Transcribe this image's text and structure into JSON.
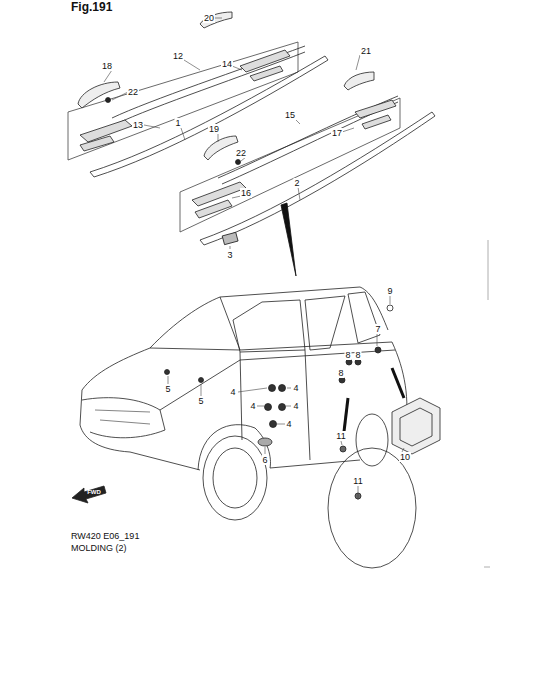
{
  "diagram": {
    "title": "Fig.191",
    "caption": "RW420 E06_191",
    "labels": [
      "20",
      "12",
      "14",
      "18",
      "22",
      "13",
      "1",
      "21",
      "19",
      "15",
      "17",
      "22",
      "16",
      "2",
      "3",
      "9",
      "7",
      "8",
      "8",
      "8",
      "5",
      "5",
      "4",
      "4",
      "4",
      "4",
      "4",
      "6",
      "11",
      "10",
      "11",
      "MOLDING (2)",
      "FWD"
    ]
  }
}
